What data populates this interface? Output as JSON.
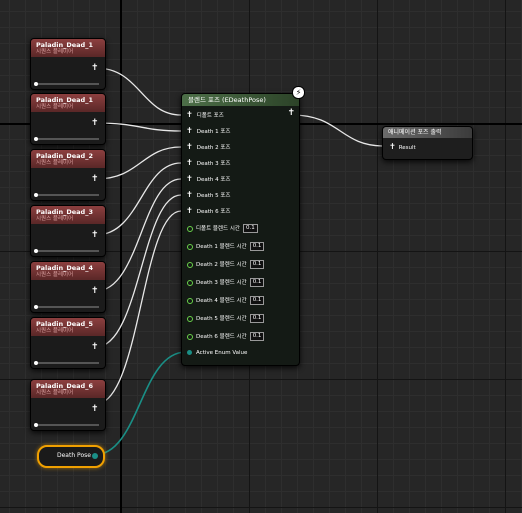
{
  "sequence_nodes": [
    {
      "title": "Paladin_Dead_1",
      "subtitle": "시퀀스 플레이어"
    },
    {
      "title": "Paladin_Dead_1",
      "subtitle": "시퀀스 플레이어"
    },
    {
      "title": "Paladin_Dead_2",
      "subtitle": "시퀀스 플레이어"
    },
    {
      "title": "Paladin_Dead_3",
      "subtitle": "시퀀스 플레이어"
    },
    {
      "title": "Paladin_Dead_4",
      "subtitle": "시퀀스 플레이어"
    },
    {
      "title": "Paladin_Dead_5",
      "subtitle": "시퀀스 플레이어"
    },
    {
      "title": "Paladin_Dead_6",
      "subtitle": "시퀀스 플레이어"
    }
  ],
  "blend_node": {
    "title": "블렌드 포즈 (EDeathPose)",
    "pose_pins": [
      "디폴트 포즈",
      "Death 1 포즈",
      "Death 2 포즈",
      "Death 3 포즈",
      "Death 4 포즈",
      "Death 5 포즈",
      "Death 6 포즈"
    ],
    "blend_time_pins": [
      {
        "label": "디폴트 블렌드 시간",
        "value": "0.1"
      },
      {
        "label": "Death 1 블렌드 시간",
        "value": "0.1"
      },
      {
        "label": "Death 2 블렌드 시간",
        "value": "0.1"
      },
      {
        "label": "Death 3 블렌드 시간",
        "value": "0.1"
      },
      {
        "label": "Death 4 블렌드 시간",
        "value": "0.1"
      },
      {
        "label": "Death 5 블렌드 시간",
        "value": "0.1"
      },
      {
        "label": "Death 6 블렌드 시간",
        "value": "0.1"
      }
    ],
    "enum_pin": "Active Enum Value"
  },
  "output_node": {
    "title": "애니메이션 포즈 출력",
    "pin": "Result"
  },
  "variable_node": {
    "label": "Death Pose"
  },
  "icons": {
    "pose": "pose-pin-icon",
    "bolt": "lightning-icon"
  },
  "colors": {
    "sequence_header": "#8c3f3f",
    "blend_header": "#4d6f48",
    "enum_wire": "#1a8f86",
    "variable_border": "#f0a000"
  }
}
